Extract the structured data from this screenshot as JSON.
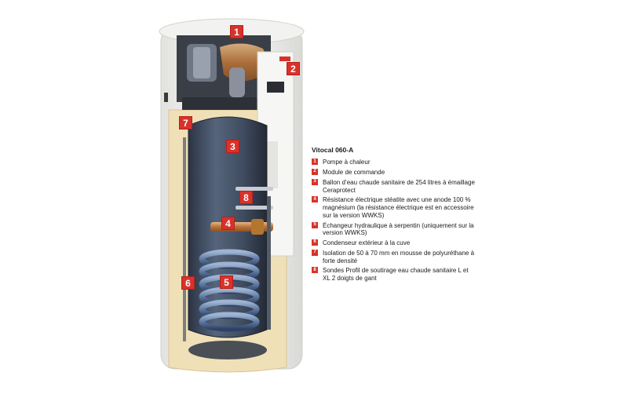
{
  "legend": {
    "title": "Vitocal 060-A",
    "items": [
      {
        "num": "1",
        "text": "Pompe à chaleur"
      },
      {
        "num": "2",
        "text": "Module de commande"
      },
      {
        "num": "3",
        "text": "Ballon d’eau chaude sanitaire de 254 litres à émaillage Ceraprotect"
      },
      {
        "num": "4",
        "text": "Résistance électrique stéatite avec une anode 100 % magnésium (la résistance électrique est en accessoire sur la version WWKS)"
      },
      {
        "num": "5",
        "text": "Échangeur hydraulique à serpentin (uniquement sur la version WWKS)"
      },
      {
        "num": "6",
        "text": "Condenseur extérieur à la cuve"
      },
      {
        "num": "7",
        "text": "Isolation de 50 à 70 mm en mousse de polyuréthane à forte densité"
      },
      {
        "num": "8",
        "text": "Sondes Profil de soutirage eau chaude sanitaire L et XL 2 doigts de gant"
      }
    ]
  },
  "markers": [
    "1",
    "2",
    "3",
    "4",
    "5",
    "6",
    "7",
    "8"
  ],
  "colors": {
    "accent_red": "#d8322a",
    "tank_blue": "#3c4a5e",
    "insulation": "#efe0b8",
    "casing": "#f4f4f2",
    "copper": "#c98a4a"
  }
}
